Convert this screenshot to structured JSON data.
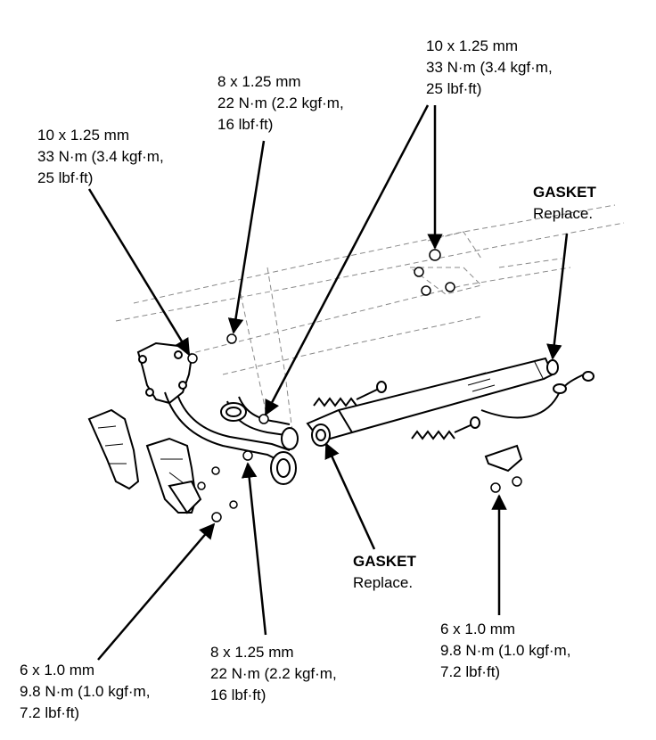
{
  "callouts": {
    "top_right": {
      "size": "10 x 1.25 mm",
      "torque": "33 N·m (3.4 kgf·m,",
      "torque_cont": "25 lbf·ft)"
    },
    "top_center": {
      "size": "8 x 1.25 mm",
      "torque": "22 N·m (2.2 kgf·m,",
      "torque_cont": "16 lbf·ft)"
    },
    "top_left": {
      "size": "10 x 1.25 mm",
      "torque": "33 N·m (3.4 kgf·m,",
      "torque_cont": "25 lbf·ft)"
    },
    "bottom_left": {
      "size": "6 x 1.0 mm",
      "torque": "9.8 N·m (1.0 kgf·m,",
      "torque_cont": "7.2 lbf·ft)"
    },
    "bottom_center": {
      "size": "8 x 1.25 mm",
      "torque": "22 N·m (2.2 kgf·m,",
      "torque_cont": "16 lbf·ft)"
    },
    "bottom_right": {
      "size": "6 x 1.0 mm",
      "torque": "9.8 N·m (1.0 kgf·m,",
      "torque_cont": "7.2 lbf·ft)"
    }
  },
  "gaskets": {
    "right": {
      "name": "GASKET",
      "note": "Replace."
    },
    "center": {
      "name": "GASKET",
      "note": "Replace."
    }
  }
}
